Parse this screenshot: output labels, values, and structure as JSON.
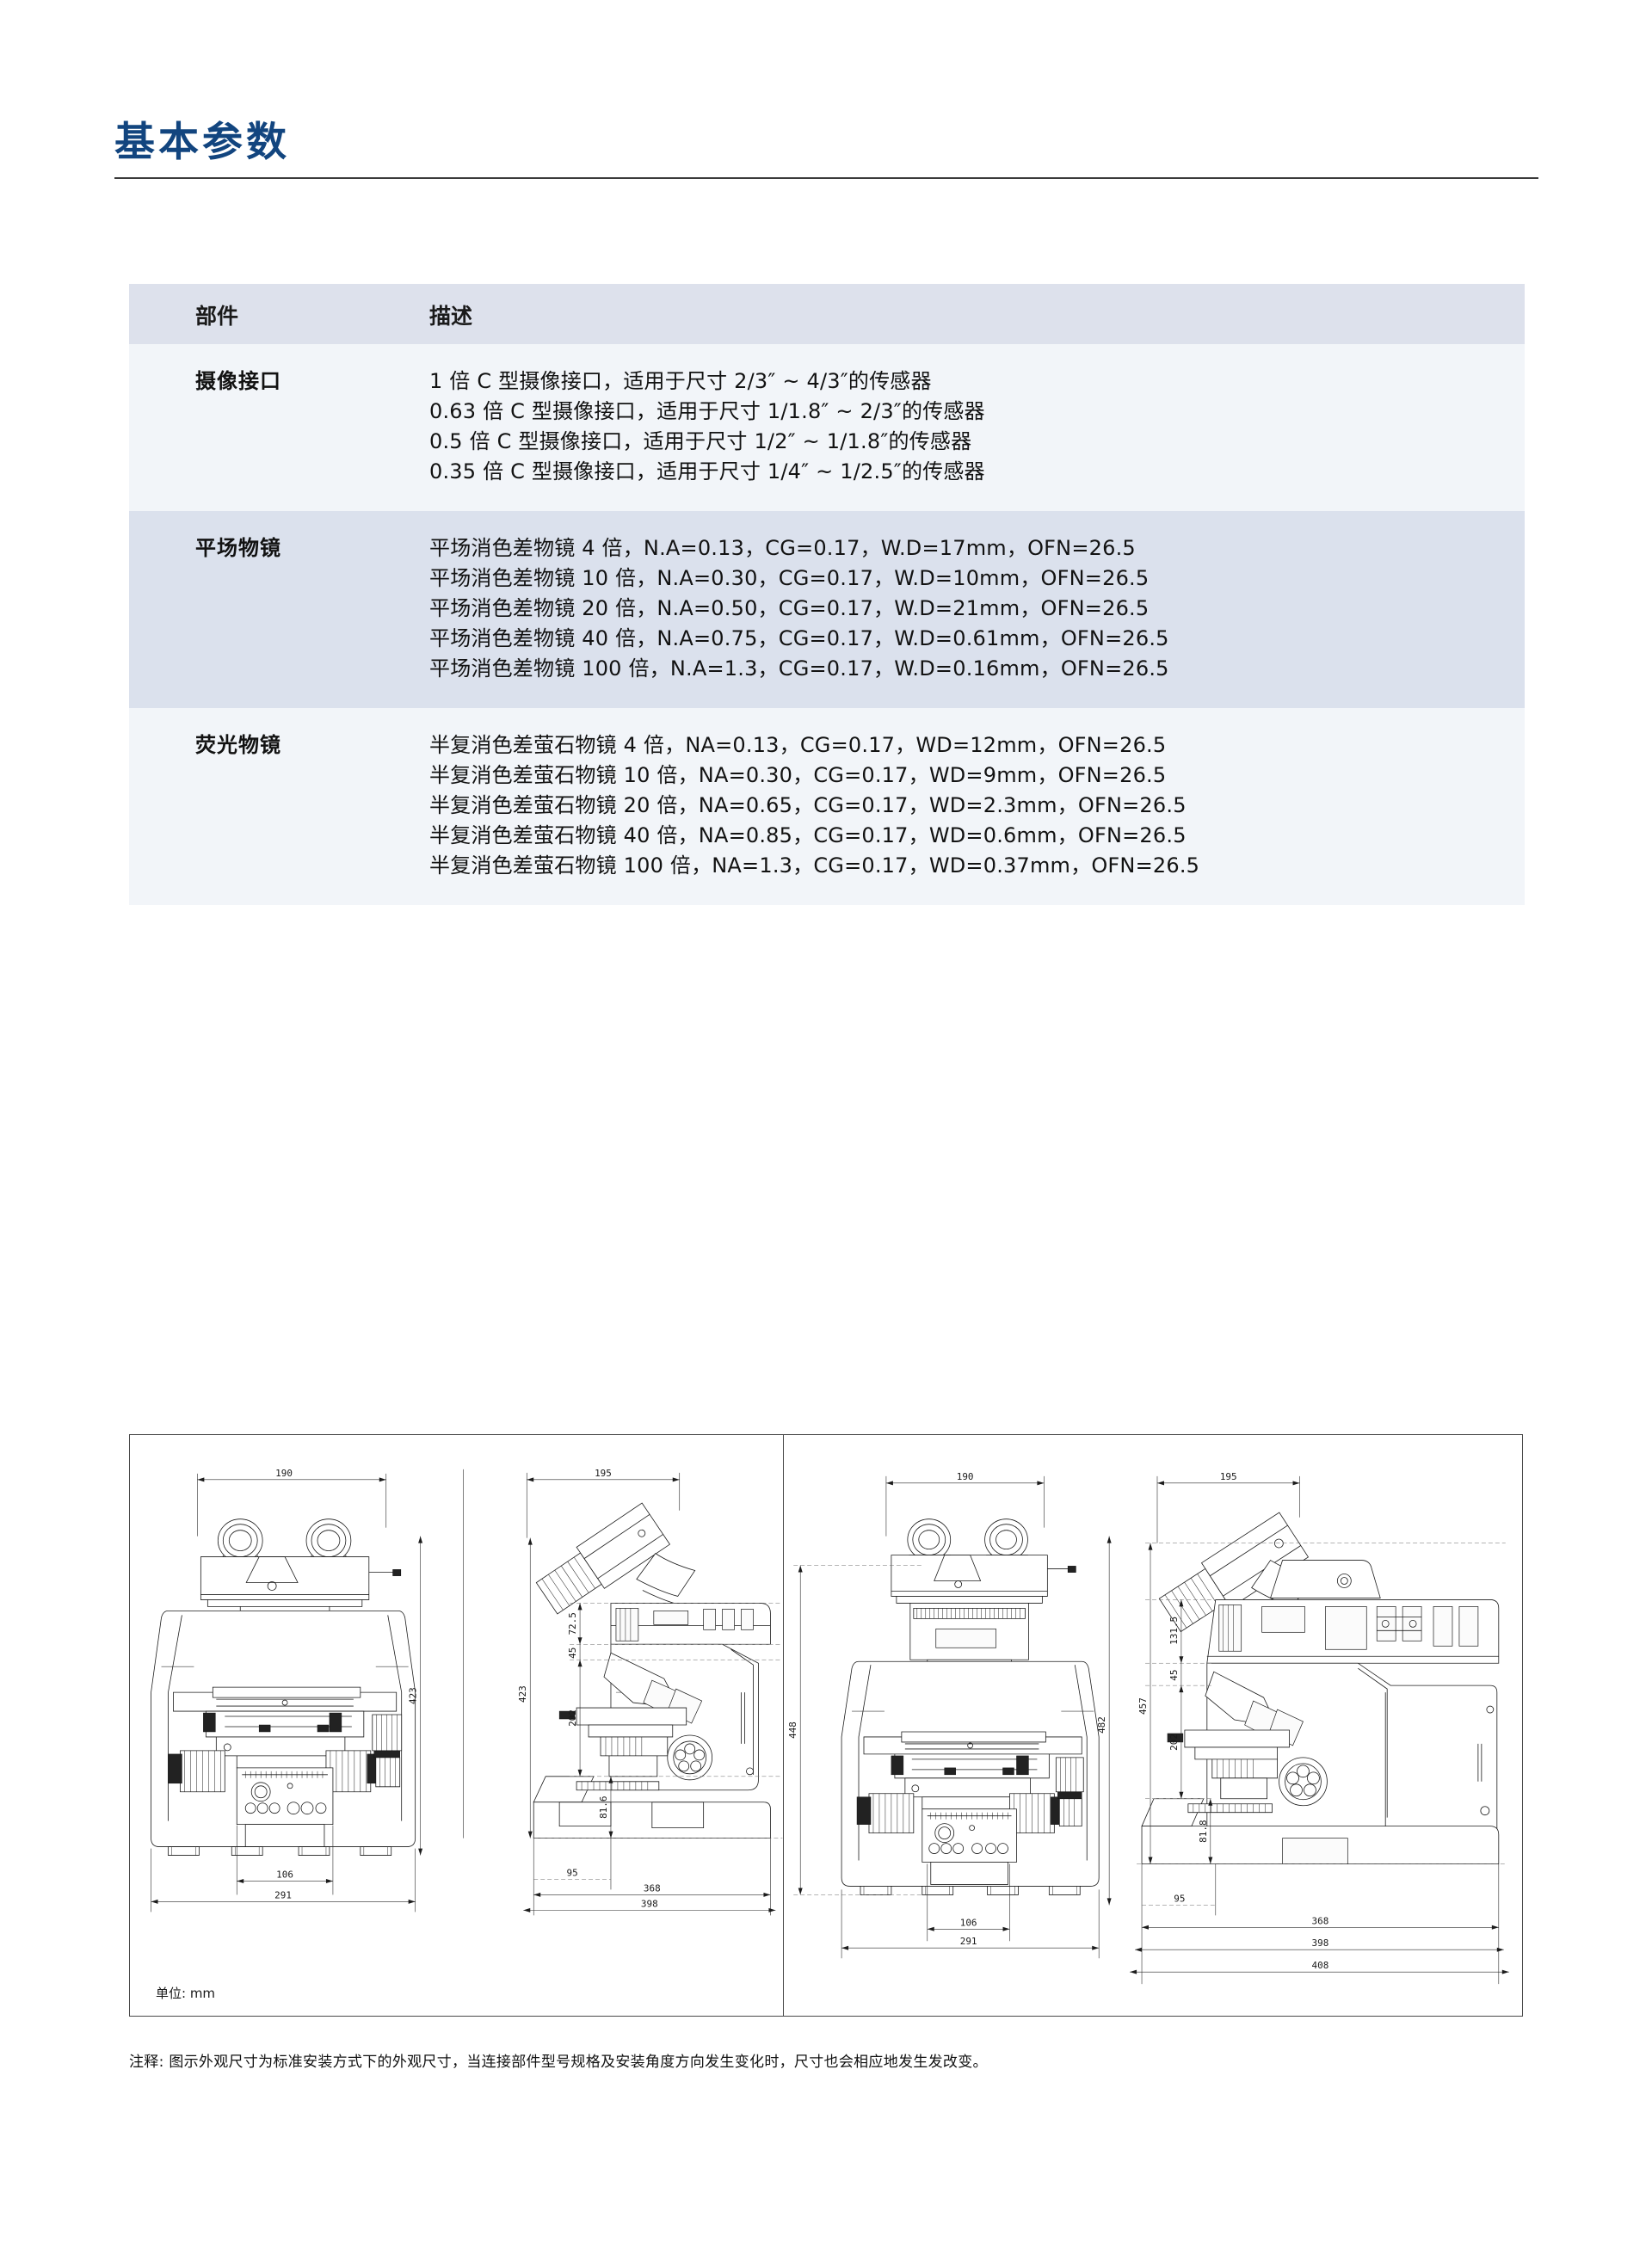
{
  "title": "基本参数",
  "table": {
    "headers": {
      "part": "部件",
      "desc": "描述"
    },
    "rows": [
      {
        "part": "摄像接口",
        "lines": [
          "1 倍 C 型摄像接口，适用于尺寸 2/3″ ~ 4/3″的传感器",
          "0.63 倍 C 型摄像接口，适用于尺寸 1/1.8″ ~ 2/3″的传感器",
          "0.5 倍 C 型摄像接口，适用于尺寸 1/2″ ~ 1/1.8″的传感器",
          "0.35 倍 C 型摄像接口，适用于尺寸 1/4″ ~ 1/2.5″的传感器"
        ]
      },
      {
        "part": "平场物镜",
        "lines": [
          "平场消色差物镜 4 倍，N.A=0.13，CG=0.17，W.D=17mm，OFN=26.5",
          "平场消色差物镜 10 倍，N.A=0.30，CG=0.17，W.D=10mm，OFN=26.5",
          "平场消色差物镜 20 倍，N.A=0.50，CG=0.17，W.D=21mm，OFN=26.5",
          "平场消色差物镜 40 倍，N.A=0.75，CG=0.17，W.D=0.61mm，OFN=26.5",
          "平场消色差物镜 100 倍，N.A=1.3，CG=0.17，W.D=0.16mm，OFN=26.5"
        ]
      },
      {
        "part": "荧光物镜",
        "lines": [
          "半复消色差萤石物镜 4 倍，NA=0.13，CG=0.17，WD=12mm，OFN=26.5",
          "半复消色差萤石物镜 10 倍，NA=0.30，CG=0.17，WD=9mm，OFN=26.5",
          "半复消色差萤石物镜 20 倍，NA=0.65，CG=0.17，WD=2.3mm，OFN=26.5",
          "半复消色差萤石物镜 40 倍，NA=0.85，CG=0.17，WD=0.6mm，OFN=26.5",
          "半复消色差萤石物镜 100 倍，NA=1.3，CG=0.17，WD=0.37mm，OFN=26.5"
        ]
      }
    ]
  },
  "drawings": {
    "unit_note": "单位: mm",
    "left_panel": {
      "front_view": {
        "top_width": "190",
        "overall_height": "423",
        "base_width": "291",
        "inner_width": "106"
      },
      "side_view": {
        "depth": "195",
        "d1": "72.5",
        "d2": "45",
        "d3": "202",
        "d4": "81.6",
        "base_offset": "95",
        "base_len_1": "368",
        "base_len_2": "398"
      }
    },
    "right_panel": {
      "front_view": {
        "top_width": "190",
        "overall_height_outer": "448",
        "overall_height_mid": "482",
        "overall_height_inner": "457",
        "base_width": "291",
        "inner_width": "106"
      },
      "side_view": {
        "depth": "195",
        "d1": "131.5",
        "d2": "45",
        "d3": "202",
        "d4": "81.8",
        "base_offset": "95",
        "base_len_1": "368",
        "base_len_2": "398",
        "base_len_3": "408"
      }
    }
  },
  "footnote": "注释: 图示外观尺寸为标准安装方式下的外观尺寸，当连接部件型号规格及安装角度方向发生变化时，尺寸也会相应地发生发改变。",
  "colors": {
    "title_blue": "#12457f",
    "band_light": "#f2f5f9",
    "band_dark": "#dbe1ed",
    "header_bg": "#dde1ec"
  }
}
